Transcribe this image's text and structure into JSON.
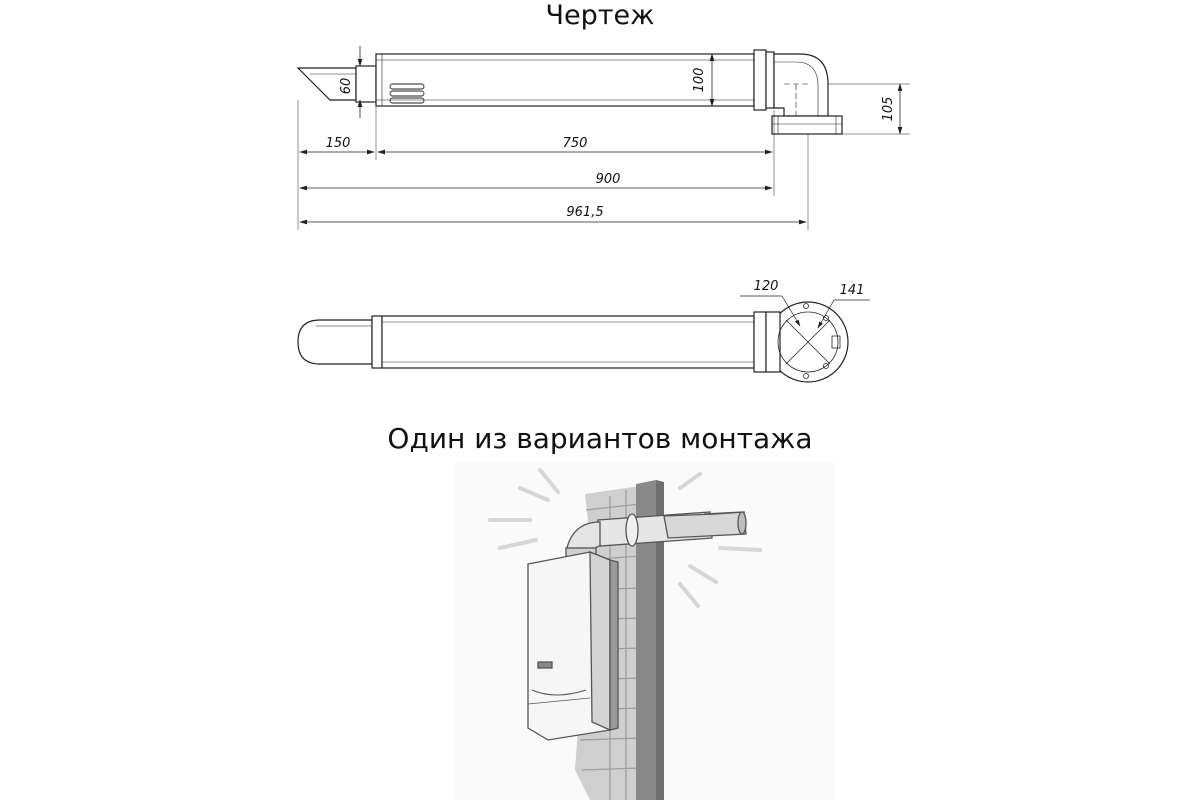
{
  "titles": {
    "drawing": "Чертеж",
    "mounting": "Один из вариантов монтажа"
  },
  "dimensions": {
    "terminal_diameter": "60",
    "pipe_diameter": "100",
    "flange_height": "105",
    "terminal_length": "150",
    "pipe_length": "750",
    "length_to_elbow": "900",
    "overall_length": "961,5",
    "bolt_spacing": "120",
    "flange_diagonal": "141"
  },
  "colors": {
    "line": "#222222",
    "pipe_fill": "#ffffff",
    "wall_grey": "#808080",
    "brick": "#c9c9c9",
    "boiler": "#f2f2f2"
  }
}
